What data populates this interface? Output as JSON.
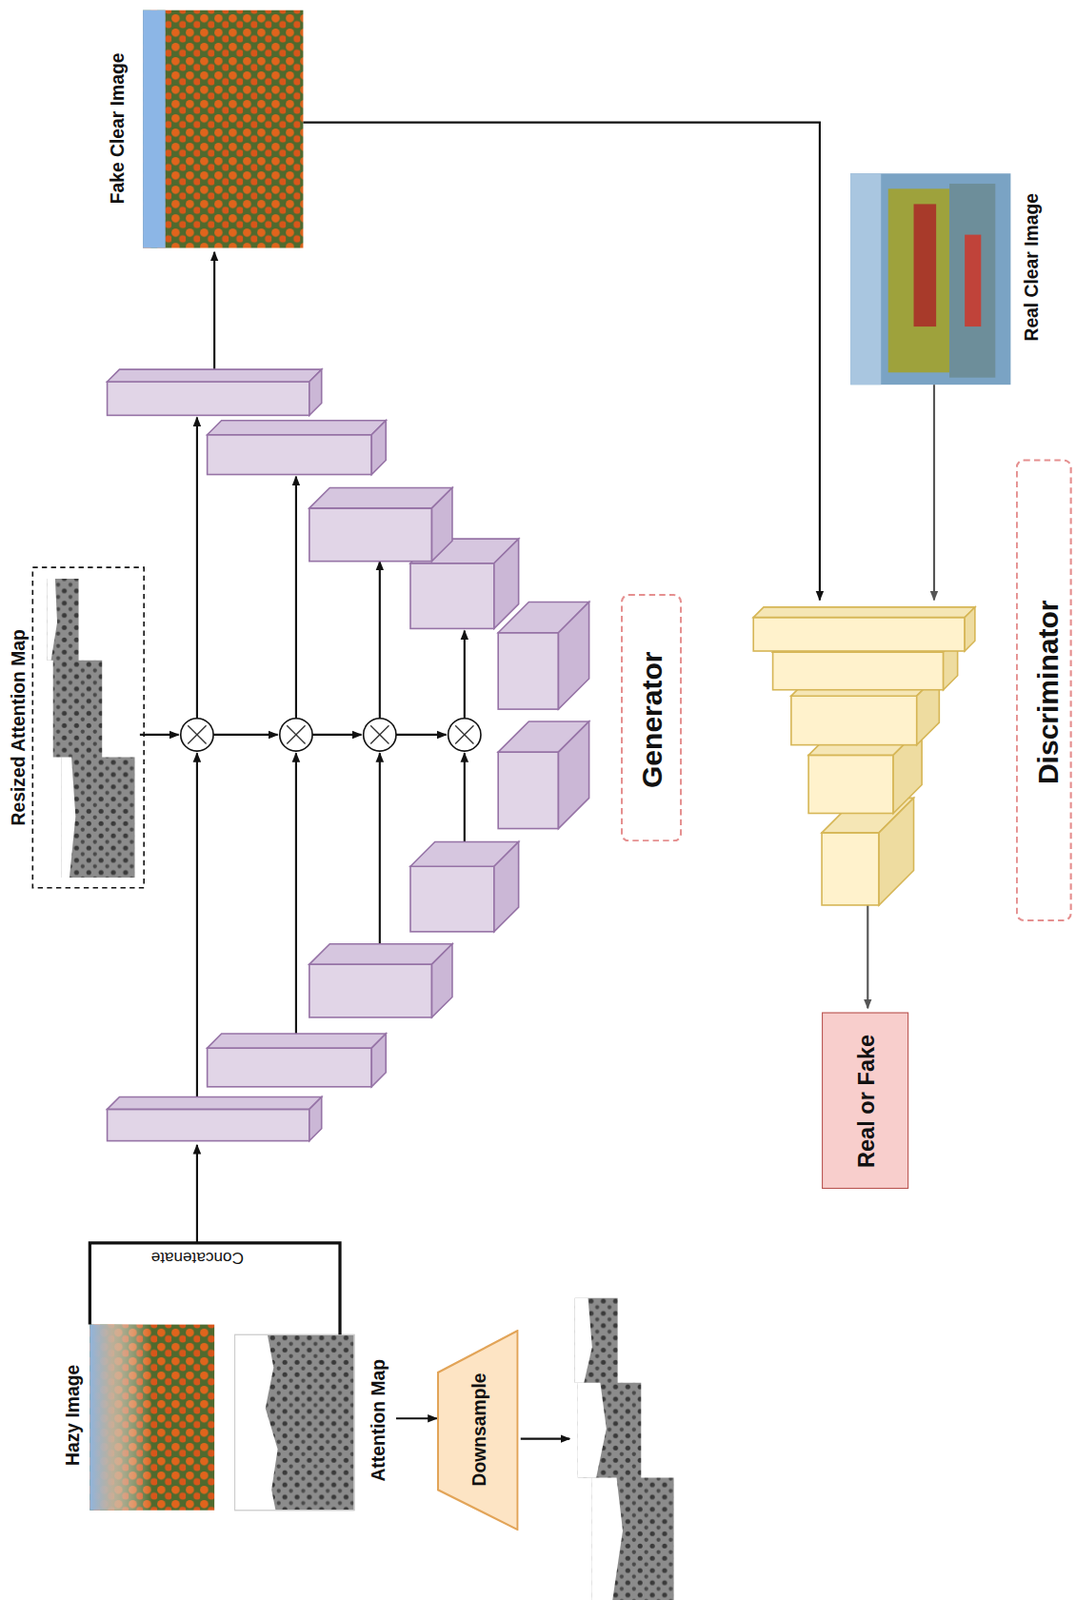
{
  "diagram": {
    "nodes": [
      {
        "text": [
          "Hazy Image"
        ]
      },
      {
        "text": [
          "Attention Map"
        ]
      },
      {
        "text": [
          "Downsample"
        ]
      },
      {
        "text": [
          "Resized Attention Map"
        ]
      },
      {
        "text": [
          "Fake Clear Image"
        ]
      },
      {
        "text": [
          "Real Clear Image"
        ]
      },
      {
        "text": [
          "Generator"
        ]
      },
      {
        "text": [
          "Discriminator"
        ]
      },
      {
        "text": [
          "Real or Fake"
        ]
      }
    ],
    "edges": [
      {
        "from": 1,
        "to": 2,
        "arrow": "to"
      }
    ],
    "labels": [
      "Concatenate"
    ]
  }
}
